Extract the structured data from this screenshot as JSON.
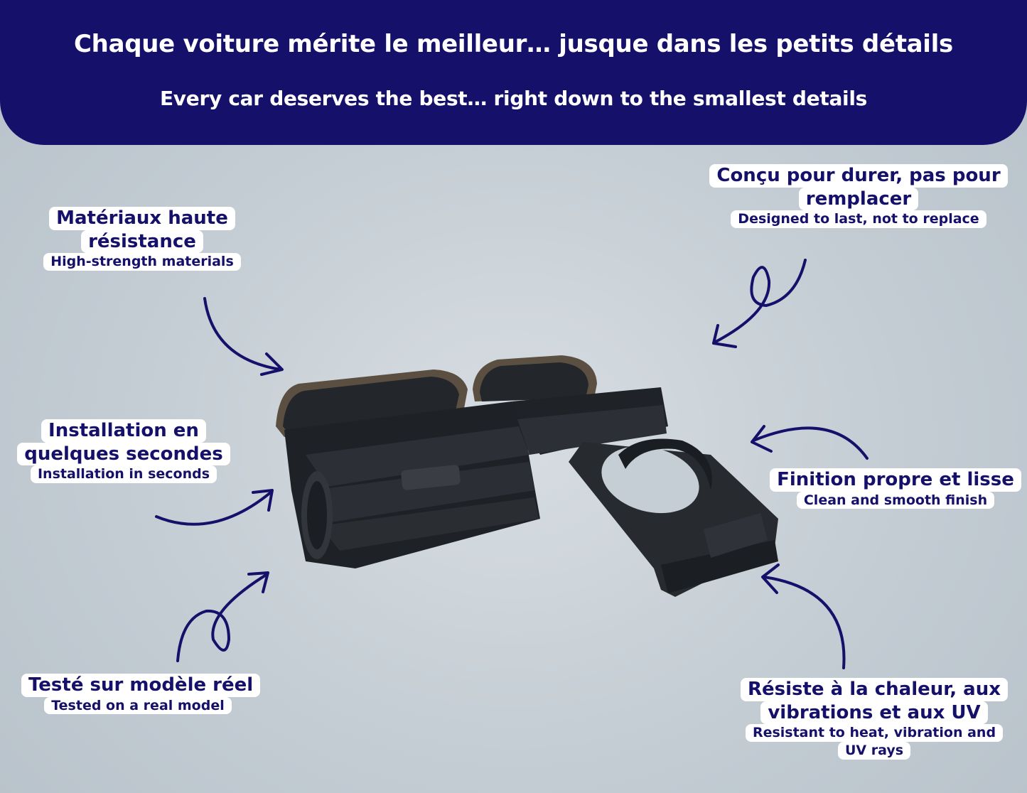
{
  "banner": {
    "title": "Chaque voiture mérite le meilleur… jusque dans les petits détails",
    "subtitle": "Every car deserves the best… right down to the smallest details"
  },
  "callouts": [
    {
      "fr_lines": [
        "Matériaux haute",
        "résistance"
      ],
      "en_lines": [
        "High-strength materials"
      ]
    },
    {
      "fr_lines": [
        "Conçu pour durer, pas pour",
        "remplacer"
      ],
      "en_lines": [
        "Designed to last, not to replace"
      ]
    },
    {
      "fr_lines": [
        "Installation en",
        "quelques secondes"
      ],
      "en_lines": [
        "Installation in seconds"
      ]
    },
    {
      "fr_lines": [
        "Finition propre et lisse"
      ],
      "en_lines": [
        "Clean and smooth finish"
      ]
    },
    {
      "fr_lines": [
        "Testé sur modèle réel"
      ],
      "en_lines": [
        "Tested on a real model"
      ]
    },
    {
      "fr_lines": [
        "Résiste à la chaleur, aux",
        "vibrations et aux UV"
      ],
      "en_lines": [
        "Resistant to heat, vibration and",
        "UV rays"
      ]
    }
  ],
  "colors": {
    "brand_navy": "#15106a",
    "label_background": "#ffffff",
    "product": "#1c1f24"
  },
  "icons": [
    "curved-arrow-icon",
    "loop-arrow-icon",
    "car-air-vent-cupholder"
  ]
}
